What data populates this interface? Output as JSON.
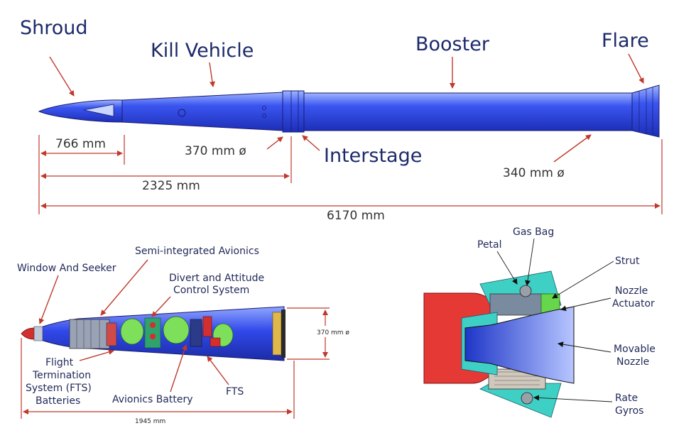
{
  "colors": {
    "body": "#2f43e6",
    "body_light": "#9fb4ff",
    "dim_line": "#c0392b",
    "label_text": "#1c2a6b",
    "nozzle_red": "#e53935",
    "nozzle_cyan": "#3fd0c5"
  },
  "top_view": {
    "shroud": "Shroud",
    "kill_vehicle": "Kill Vehicle",
    "booster": "Booster",
    "flare": "Flare",
    "interstage": "Interstage",
    "dim_766": "766 mm",
    "dim_370": "370 mm ø",
    "dim_2325": "2325 mm",
    "dim_340": "340 mm ø",
    "dim_6170": "6170 mm"
  },
  "kill_vehicle_view": {
    "semi_integrated_avionics": "Semi-integrated Avionics",
    "window_and_seeker": "Window And Seeker",
    "divert_line1": "Divert and Attitude",
    "divert_line2": "Control System",
    "dim_370": "370 mm ø",
    "fts_line1": "Flight",
    "fts_line2": "Termination",
    "fts_line3": "System (FTS)",
    "fts_line4": "Batteries",
    "avionics_battery": "Avionics Battery",
    "fts": "FTS",
    "dim_1945": "1945 mm"
  },
  "nozzle_view": {
    "petal": "Petal",
    "gas_bag": "Gas Bag",
    "strut": "Strut",
    "nozzle_actuator_line1": "Nozzle",
    "nozzle_actuator_line2": "Actuator",
    "movable_nozzle_line1": "Movable",
    "movable_nozzle_line2": "Nozzle",
    "rate_gyros_line1": "Rate",
    "rate_gyros_line2": "Gyros"
  }
}
